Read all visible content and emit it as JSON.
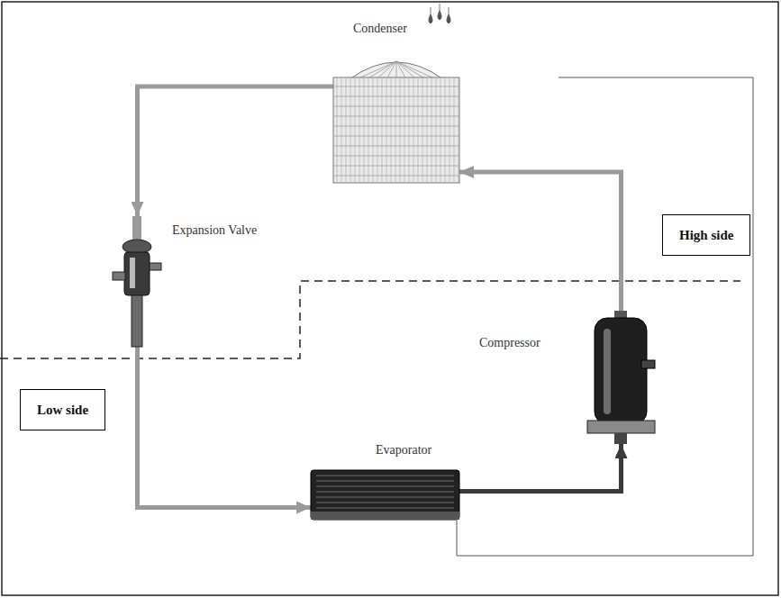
{
  "diagram": {
    "nodes": [
      {
        "text": [
          "Condenser"
        ]
      },
      {
        "text": [
          "Expansion Valve"
        ]
      },
      {
        "text": [
          "Compressor"
        ]
      },
      {
        "text": [
          "Evaporator"
        ]
      },
      {
        "text": [
          "High side"
        ]
      },
      {
        "text": [
          "Low side"
        ]
      }
    ],
    "edges": [
      {
        "from": 2,
        "to": 0,
        "arrow": "to"
      },
      {
        "from": 0,
        "to": 1,
        "arrow": "to"
      },
      {
        "from": 1,
        "to": 3,
        "arrow": "to"
      },
      {
        "from": 3,
        "to": 2,
        "arrow": "to"
      }
    ]
  }
}
